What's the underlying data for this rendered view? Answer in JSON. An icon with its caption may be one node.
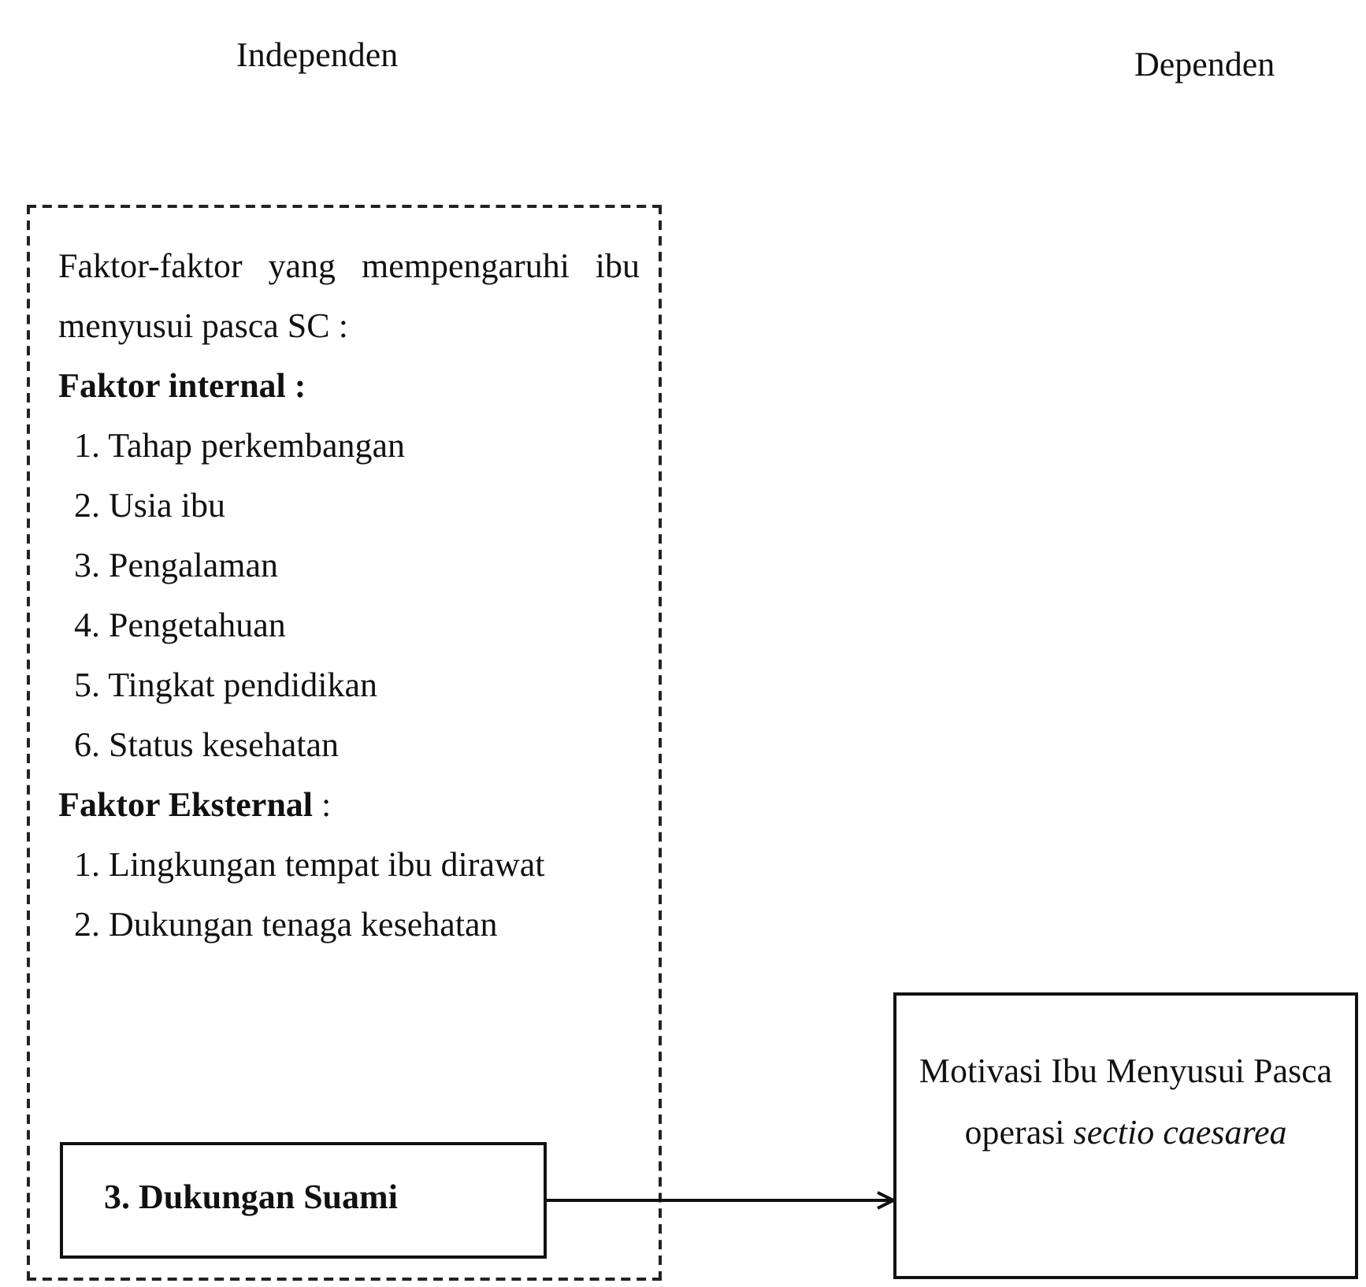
{
  "diagram": {
    "nodes": [
      {
        "text": [
          "Faktor-faktor yang mempengaruhi ibu menyusui pasca SC :",
          "Faktor internal :",
          "1. Tahap perkembangan",
          "2. Usia ibu",
          "3. Pengalaman",
          "4. Pengetahuan",
          "5. Tingkat pendidikan",
          "6. Status kesehatan",
          "**Faktor Eksternal** :",
          "1. Lingkungan tempat ibu dirawat",
          "2. Dukungan tenaga kesehatan"
        ]
      },
      {
        "text": [
          "3. Dukungan Suami"
        ],
        "in": 0
      },
      {
        "text": [
          "Motivasi Ibu Menyusui Pasca operasi *sectio caesarea*"
        ]
      }
    ],
    "edges": [
      {
        "from": 1,
        "to": 2,
        "arrow": "to"
      }
    ],
    "labels": [
      "Independen",
      "Dependen"
    ]
  }
}
